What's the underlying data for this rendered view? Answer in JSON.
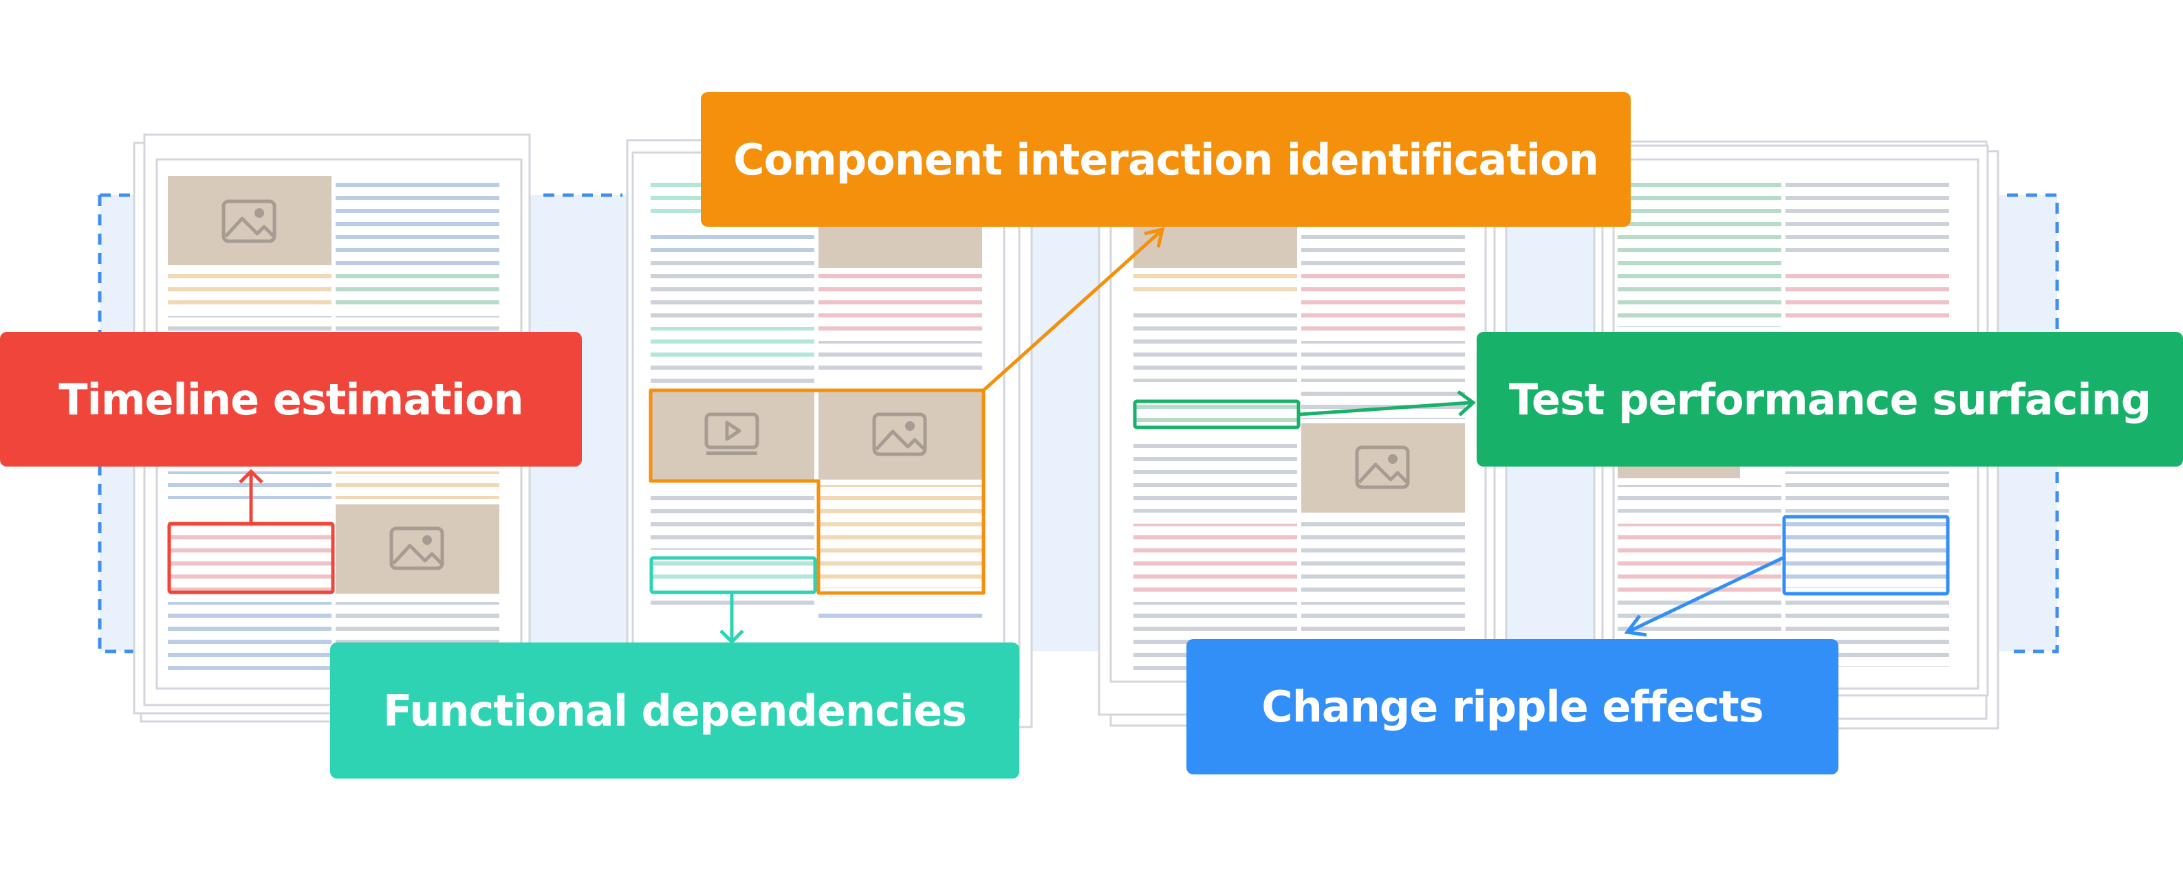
{
  "labels": {
    "timeline": "Timeline estimation",
    "component_interaction": "Component interaction identification",
    "functional_dependencies": "Functional dependencies",
    "test_performance": "Test performance surfacing",
    "change_ripple": "Change ripple effects"
  },
  "colors": {
    "red": "#F0453A",
    "orange": "#F4900C",
    "teal": "#2ED3B4",
    "green": "#17B16A",
    "blue": "#318FF7",
    "image_block": "#D8CABB",
    "image_icon": "#A69C92",
    "text_line_gray": "#CDD1D9",
    "text_line_blue": "#BBCDE6",
    "text_line_green": "#B6DCC9",
    "text_line_orange": "#F1D9B6",
    "text_line_red": "#EEC2C6",
    "dashed_border": "#3F8EF0",
    "background_band": "#E8F1FC"
  },
  "icons": [
    "image-icon",
    "video-icon",
    "arrow-icon"
  ]
}
